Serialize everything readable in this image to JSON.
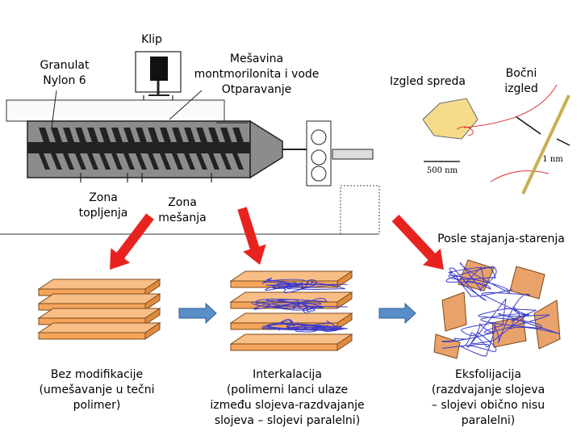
{
  "extruder": {
    "clip_label": "Klip",
    "granulate_label": "Granulat\nNylon 6",
    "mixture_label": "Mešavina\nmontmorilonita i vode\nOtparavanje",
    "melting_zone_label": "Zona\ntopljenja",
    "mixing_zone_label": "Zona\nmešanja"
  },
  "inset": {
    "top_view_label": "Izgled spreda",
    "side_view_label": "Bočni\nizgled",
    "scale_500": "500 nm",
    "scale_1": "1 nm",
    "aging_label": "Posle stajanja-starenja"
  },
  "stages": [
    {
      "label": "Bez modifikacije\n(umešavanje u tečni\npolimer)"
    },
    {
      "label": "Interkalacija\n(polimerni lanci ulaze\nizmeđu slojeva-razdvajanje\nslojeva – slojevi paralelni)"
    },
    {
      "label": "Eksfolijacija\n(razdvajanje slojeva\n– slojevi obično nisu\nparalelni)"
    }
  ],
  "colors": {
    "layer_fill": "#f5a55a",
    "layer_stroke": "#7a4a1c",
    "chain": "#3a3acc",
    "red_arrow": "#e8231f",
    "blue_arrow": "#5a8ec8",
    "flake_fill": "#f6dc8a"
  }
}
